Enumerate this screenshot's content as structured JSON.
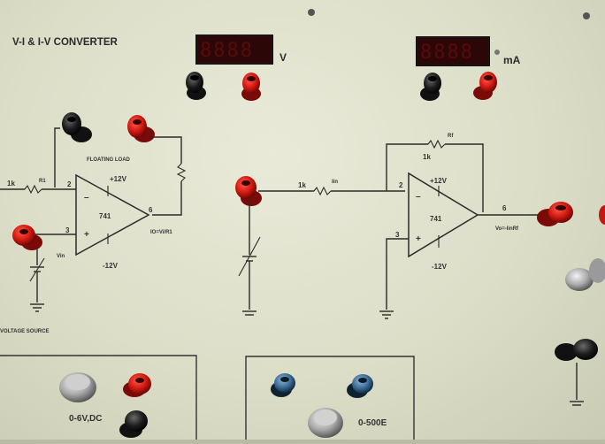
{
  "panel": {
    "title": "V-I & I-V CONVERTER"
  },
  "meters": {
    "voltmeter_unit": "V",
    "ammeter_unit": "mA"
  },
  "v_to_i": {
    "floating_load": "FLOATING LOAD",
    "input_resistor": "1k",
    "input_resistor_name": "R1",
    "pin_inverting": "2",
    "pin_noninverting": "3",
    "pin_output": "6",
    "supply_pos": "+12V",
    "supply_neg": "-12V",
    "opamp": "741",
    "vin": "Vin",
    "output_eq": "IO=Vi/R1",
    "voltage_source": "VOLTAGE SOURCE"
  },
  "i_to_v": {
    "feedback_resistor": "1k",
    "feedback_name": "Rf",
    "input_resistor": "1k",
    "input_name": "Iin",
    "pin_inverting": "2",
    "pin_noninverting": "3",
    "pin_output": "6",
    "supply_pos": "+12V",
    "supply_neg": "-12V",
    "opamp": "741",
    "output_eq": "Vo=-IinRf"
  },
  "supplies": {
    "dc_source": "0-6V,DC",
    "resistance_box": "0-500E"
  }
}
